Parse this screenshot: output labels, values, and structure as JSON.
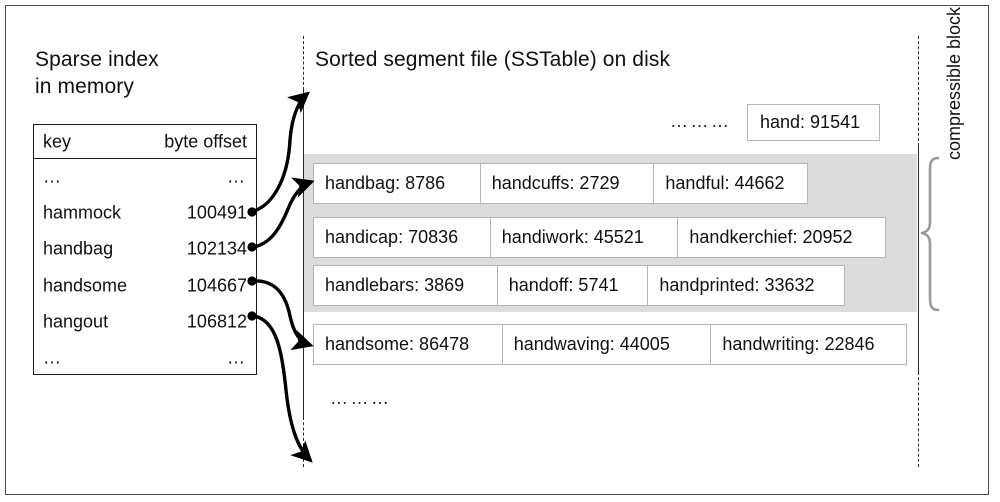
{
  "figure": {
    "sparse_index_heading": "Sparse index\nin memory",
    "sstable_heading": "Sorted segment file (SSTable) on disk",
    "compressible_block_label": "compressible block",
    "ellipsis": "…",
    "long_ellipsis": "………"
  },
  "sparse_index": {
    "columns": [
      "key",
      "byte offset"
    ],
    "rows": [
      {
        "key": "…",
        "offset": "…"
      },
      {
        "key": "hammock",
        "offset": "100491"
      },
      {
        "key": "handbag",
        "offset": "102134"
      },
      {
        "key": "handsome",
        "offset": "104667"
      },
      {
        "key": "hangout",
        "offset": "106812"
      },
      {
        "key": "…",
        "offset": "…"
      }
    ]
  },
  "sstable": {
    "top_ellipsis": "………",
    "top_record": "hand: 91541",
    "bottom_ellipsis": "………",
    "rows": [
      {
        "in_block": true,
        "records": [
          "handbag: 8786",
          "handcuffs: 2729",
          "handful: 44662"
        ]
      },
      {
        "in_block": true,
        "records": [
          "handicap: 70836",
          "handiwork: 45521",
          "handkerchief: 20952"
        ]
      },
      {
        "in_block": true,
        "records": [
          "handlebars: 3869",
          "handoff: 5741",
          "handprinted: 33632"
        ]
      },
      {
        "in_block": false,
        "records": [
          "handsome: 86478",
          "handwaving: 44005",
          "handwriting: 22846"
        ]
      }
    ]
  },
  "colors": {
    "frame_border": "#4a4a4a",
    "block_fill": "#dcdcdc",
    "record_border": "#b5b5b5",
    "rule": "#2a2a2a",
    "text": "#111111"
  }
}
